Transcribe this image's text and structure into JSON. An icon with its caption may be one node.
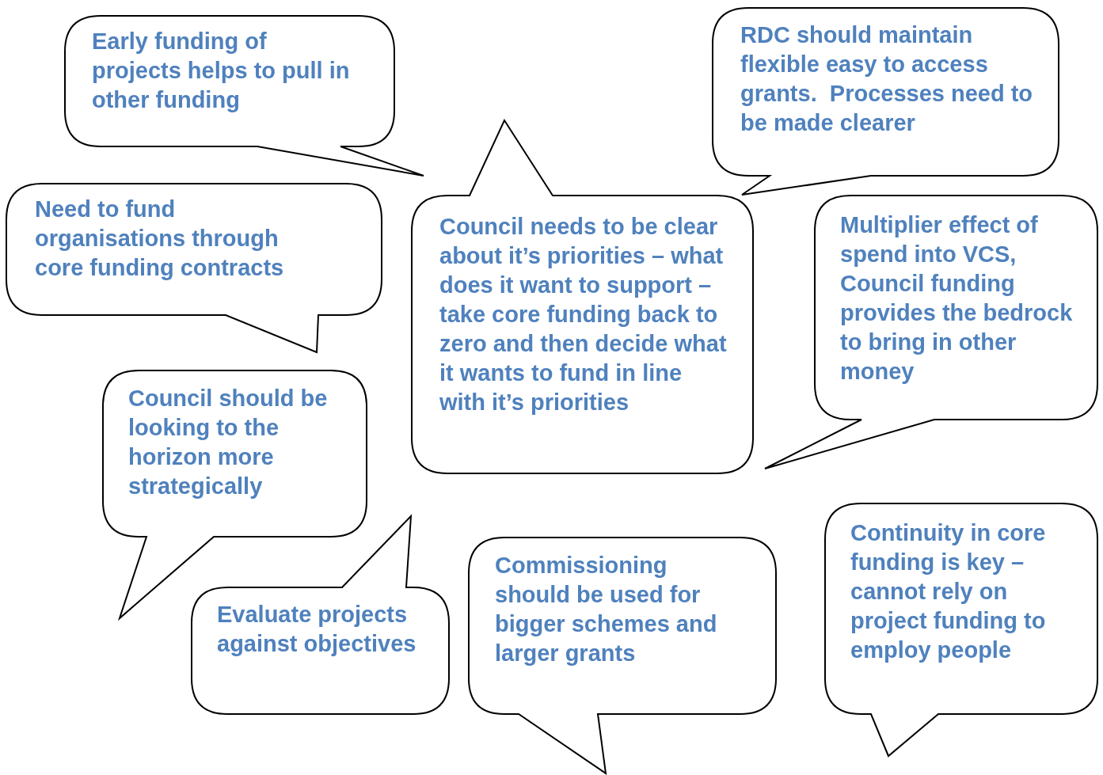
{
  "diagram": {
    "nodes": [
      {
        "text": [
          "Early funding of projects helps to pull in other funding"
        ]
      },
      {
        "text": [
          "RDC should maintain flexible easy to access grants.  Processes need to be made clearer"
        ]
      },
      {
        "text": [
          "Need to fund organisations through core funding contracts"
        ]
      },
      {
        "text": [
          "Council needs to be clear about it’s priorities – what does it want to support – take core funding back to zero and then decide what it wants to fund in line with it’s priorities"
        ]
      },
      {
        "text": [
          "Multiplier effect of spend into VCS, Council funding provides the bedrock to bring in other money"
        ]
      },
      {
        "text": [
          "Council should be looking to the horizon more strategically"
        ]
      },
      {
        "text": [
          "Evaluate projects against objectives"
        ]
      },
      {
        "text": [
          "Commissioning should be used for bigger schemes and larger grants"
        ]
      },
      {
        "text": [
          "Continuity in core funding is key – cannot rely on project funding to employ people"
        ]
      }
    ]
  }
}
